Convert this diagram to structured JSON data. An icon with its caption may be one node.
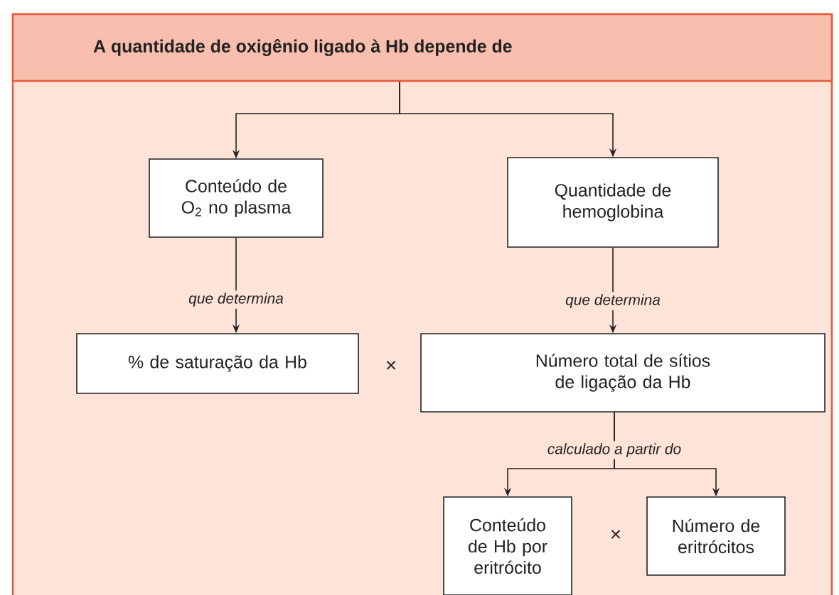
{
  "diagram": {
    "nodes": [
      {
        "text": [
          "A quantidade de oxigênio ligado à Hb depende de"
        ]
      },
      {
        "text": [
          "Conteúdo de O$_{2}$ no plasma"
        ]
      },
      {
        "text": [
          "Quantidade de hemoglobina"
        ]
      },
      {
        "text": [
          "% de saturação da Hb"
        ]
      },
      {
        "text": [
          "Número total de sítios de ligação da Hb"
        ]
      },
      {
        "text": [
          "Conteúdo de Hb por eritrócito"
        ]
      },
      {
        "text": [
          "Número de eritrócitos"
        ]
      }
    ],
    "edges": [
      {
        "from": 0,
        "to": 1,
        "arrow": "to"
      },
      {
        "from": 0,
        "to": 2,
        "arrow": "to"
      },
      {
        "from": 1,
        "to": 3,
        "arrow": "to",
        "label": "que determina"
      },
      {
        "from": 2,
        "to": 4,
        "arrow": "to",
        "label": "que determina"
      },
      {
        "from": 4,
        "to": 5,
        "arrow": "to",
        "label": "calculado a partir do"
      },
      {
        "from": 4,
        "to": 6,
        "arrow": "to"
      }
    ],
    "labels": [
      "×",
      "×"
    ]
  }
}
